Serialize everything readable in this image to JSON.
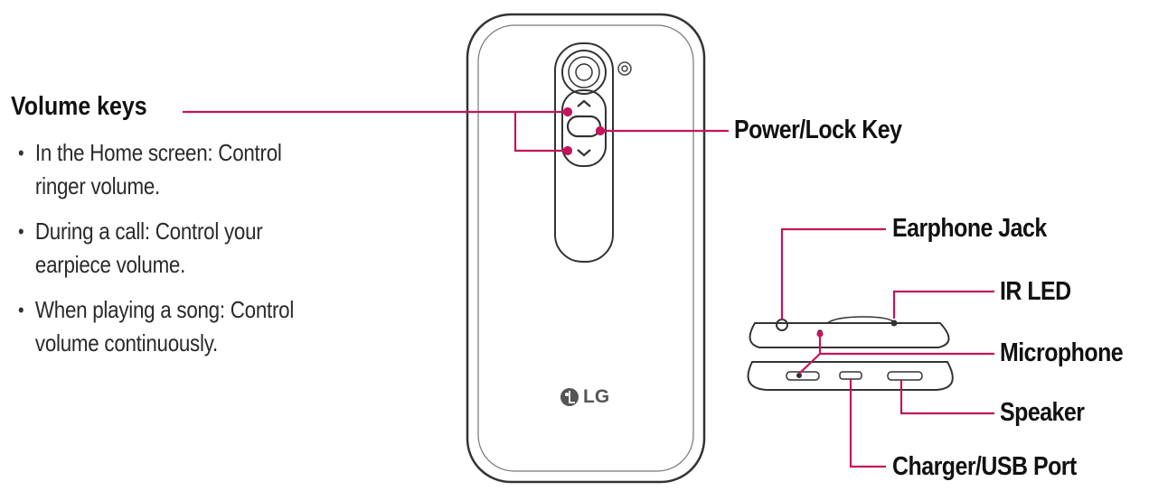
{
  "volume_keys": {
    "title": "Volume keys",
    "bullets": [
      {
        "line1": "In the Home screen: Control",
        "line2": "ringer volume."
      },
      {
        "line1": "During a call: Control your",
        "line2": "earpiece volume."
      },
      {
        "line1": "When playing a song: Control",
        "line2": "volume continuously."
      }
    ]
  },
  "labels": {
    "power_lock": "Power/Lock Key",
    "earphone_jack": "Earphone Jack",
    "ir_led": "IR LED",
    "microphone": "Microphone",
    "speaker": "Speaker",
    "charger_usb": "Charger/USB Port"
  },
  "phone": {
    "brand": "LG"
  },
  "colors": {
    "leader_line": "#c4145a",
    "outline": "#333333"
  }
}
